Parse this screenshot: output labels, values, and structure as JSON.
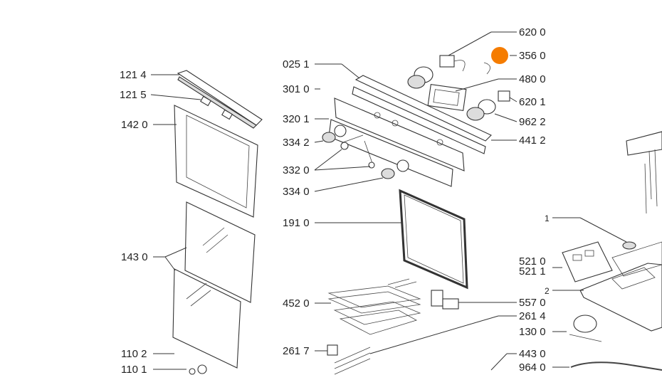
{
  "labels": {
    "l6200": "620 0",
    "l3560": "356 0",
    "l4800": "480 0",
    "l6201": "620 1",
    "l9622": "962 2",
    "l4412": "441 2",
    "l0251": "025 1",
    "l3010": "301 0",
    "l3201": "320 1",
    "l3342": "334 2",
    "l3320": "332 0",
    "l3340": "334 0",
    "l1910": "191 0",
    "l4520": "452 0",
    "l2617": "261 7",
    "l1214": "121 4",
    "l1215": "121 5",
    "l1420": "142 0",
    "l1430": "143 0",
    "l1102": "110 2",
    "l1101": "110 1",
    "l1": "1",
    "l5210": "521 0",
    "l5211": "521 1",
    "l2": "2",
    "l5570": "557 0",
    "l2614": "261 4",
    "l1300": "130 0",
    "l4430": "443 0",
    "l9640": "964 0"
  },
  "highlight": {
    "color": "#f57c00",
    "part": "356 0"
  },
  "colors": {
    "line": "#333333",
    "background": "#ffffff",
    "marker": "#f57c00"
  }
}
